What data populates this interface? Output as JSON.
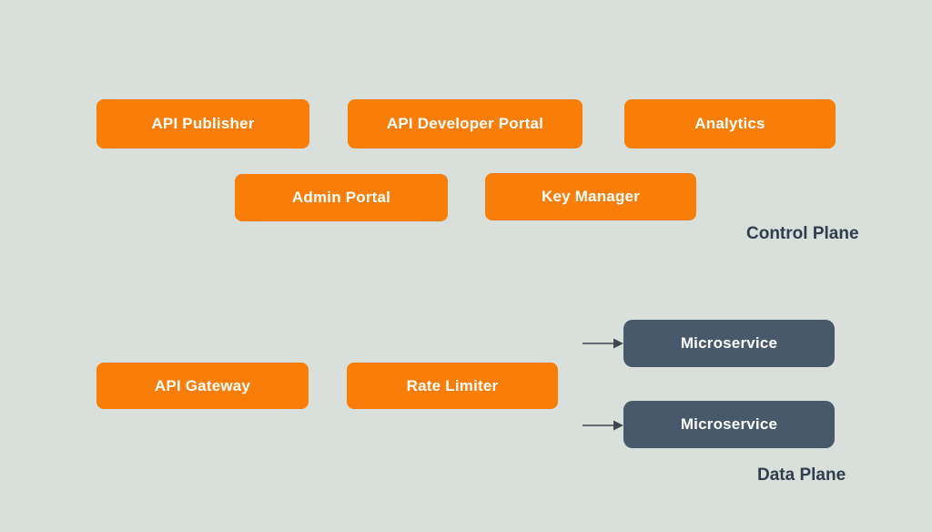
{
  "colors": {
    "background": "#D9DFDB",
    "node_orange": "#F97D09",
    "node_dark": "#47596A",
    "node_text": "#FFFFFF",
    "plane_label": "#2F3D4C",
    "arrow": "#3C4750"
  },
  "control_plane": {
    "label": "Control Plane",
    "nodes": [
      {
        "label": "API Publisher"
      },
      {
        "label": "API Developer Portal"
      },
      {
        "label": "Analytics"
      },
      {
        "label": "Admin Portal"
      },
      {
        "label": "Key Manager"
      }
    ]
  },
  "data_plane": {
    "label": "Data Plane",
    "nodes": [
      {
        "label": "API Gateway"
      },
      {
        "label": "Rate Limiter"
      },
      {
        "label": "Microservice"
      },
      {
        "label": "Microservice"
      }
    ]
  },
  "arrows": [
    {
      "target": "Microservice (top)"
    },
    {
      "target": "Microservice (bottom)"
    }
  ]
}
